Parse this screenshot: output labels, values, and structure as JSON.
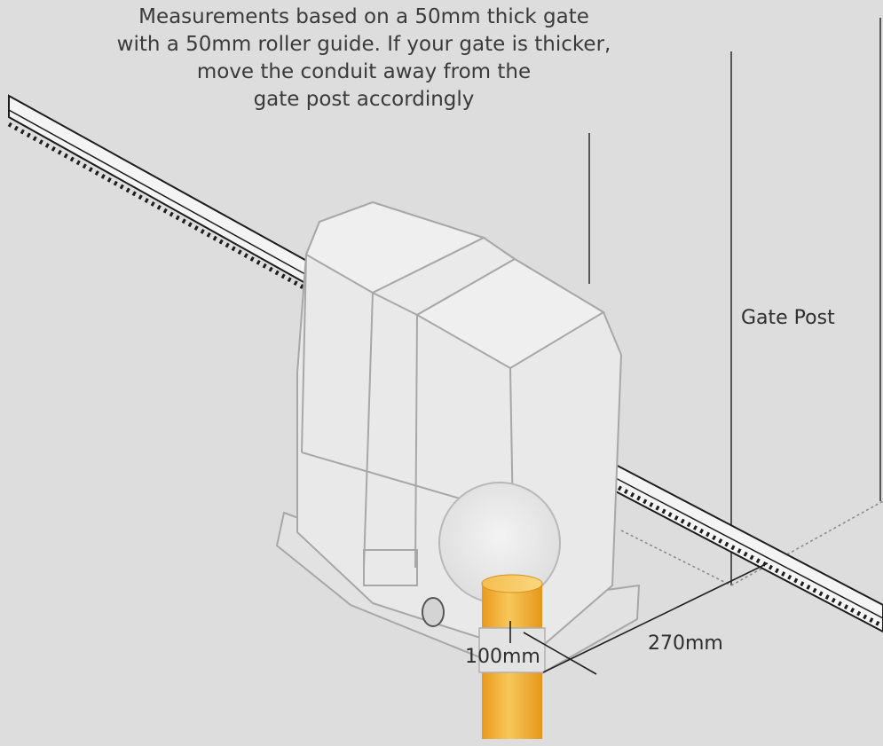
{
  "caption": {
    "lines": [
      "Measurements based on a 50mm thick gate",
      "with a 50mm roller guide. If your gate is thicker,",
      "move the conduit away from the",
      "gate post accordingly"
    ]
  },
  "labels": {
    "gate_post": "Gate Post",
    "distance_from_post": "270mm",
    "distance_from_gate": "100mm"
  },
  "colors": {
    "background": "#dcdddc",
    "motor_body": "#e4e5e4",
    "outline": "#9a9a9a",
    "conduit": "#f2b23a",
    "dimension_line": "#222222"
  },
  "icons": [
    "gate-motor-unit",
    "gear-rack",
    "gate-post",
    "conduit-pipe"
  ]
}
